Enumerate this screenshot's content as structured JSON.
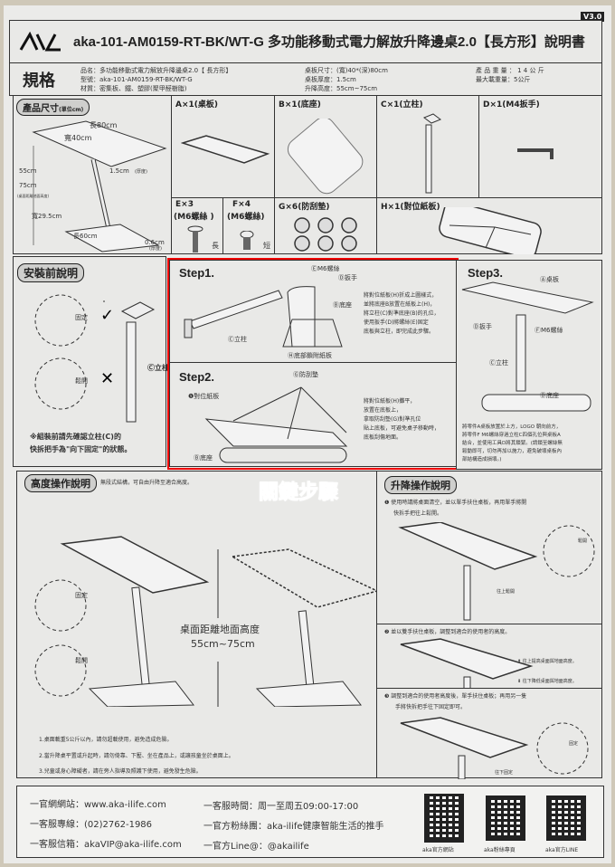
{
  "header": {
    "version": "V3.0",
    "logo": "AKA",
    "title": "aka-101-AM0159-RT-BK/WT-G 多功能移動式電力解放升降邊桌2.0【長方形】說明書"
  },
  "spec": {
    "heading": "規格",
    "col1": [
      "品名：多功能移動式電力解放升降邊桌2.0【 長方形】",
      "型號：aka-101-AM0159-RT-BK/WT-G",
      "材質：密集板、鐵、塑膠(聚甲醛樹脂)"
    ],
    "col2": [
      "桌板尺寸：(寬)40*(深)80cm",
      "桌板厚度：1.5cm",
      "升降高度：55cm~75cm"
    ],
    "col3": [
      "產 品 重 量 ： 1 4  公 斤",
      "最大載重量：5公斤"
    ]
  },
  "dimensions": {
    "title": "產品尺寸",
    "unit": "(單位cm)",
    "length": "長80cm",
    "length_note": "(桌板)",
    "width": "寬40cm",
    "width_note": "(桌板)",
    "thickness": "1.5cm",
    "thickness_note": "(厚度)",
    "height_min": "55cm",
    "height_max": "75cm",
    "height_note": "(桌面距離地面高度)",
    "base_width": "寬29.5cm",
    "base_width_note": "(底座)",
    "base_length": "長60cm",
    "base_length_note": "(底座)",
    "base_thick": "0.6cm",
    "base_thick_note": "(厚度)"
  },
  "parts": [
    {
      "label": "A",
      "qty": "×1",
      "name": "(桌板)"
    },
    {
      "label": "B",
      "qty": "×1",
      "name": "(底座)"
    },
    {
      "label": "C",
      "qty": "×1",
      "name": "(立柱)"
    },
    {
      "label": "D",
      "qty": "×1",
      "name": "(M4扳手)"
    },
    {
      "label": "E",
      "qty": "×3",
      "name": "(M6螺絲 )",
      "tag": "長"
    },
    {
      "label": "F",
      "qty": "×4",
      "name": "(M6螺絲)",
      "tag": "短"
    },
    {
      "label": "G",
      "qty": "×6",
      "name": "(防刮墊)"
    },
    {
      "label": "H",
      "qty": "×1",
      "name": "(對位紙板)"
    }
  ],
  "preinstall": {
    "title": "安裝前說明",
    "fixed": "固定",
    "loose": "鬆開",
    "pillar": "立柱",
    "note1": "※組裝前請先確認立柱(C)的",
    "note2": "快拆把手為\"向下固定\"的狀態。"
  },
  "step1": {
    "title": "Step1.",
    "labels": {
      "e": "M6螺絲",
      "d": "扳手",
      "b": "底座",
      "c": "立柱",
      "h": "底部鎖附紙板"
    },
    "text": [
      "將對位紙板(H)折成上圖樣式，",
      "並將底座B放置在紙板上(H)，",
      "將立柱(C)對準底座(B)的孔位，",
      "使用扳手(D)將螺絲(E)固定",
      "底板與立柱，即完成此步驟。"
    ]
  },
  "step2": {
    "title": "Step2.",
    "labels": {
      "g": "防刮墊",
      "h": "對位紙板",
      "b": "底座"
    },
    "text": [
      "將對位紙板(H)攤平，",
      "放置在底板上，",
      "拿取防刮墊(G)對準孔位",
      "貼上底板，可避免桌子移動時，",
      "底板刮傷地面。"
    ]
  },
  "step3": {
    "title": "Step3.",
    "labels": {
      "a": "桌板",
      "d": "扳手",
      "f": "M6螺絲",
      "c": "立柱",
      "b": "底座"
    },
    "text": [
      "將零件A桌板放置於上方，LOGO 朝向前方，",
      "將零件F M6螺絲穿過立柱C四個孔位與桌板A",
      "結合，並使用工具D將其鎖緊。(請鎖至螺絲無",
      "鬆動即可，切勿再加以施力，避免破壞桌板內",
      "部結構造成損壞。)"
    ]
  },
  "key_steps": "關鍵步驟",
  "height_op": {
    "title": "高度操作說明",
    "subtitle": "無段式結構，可自由升降至適合高度。",
    "fixed": "固定",
    "loose": "鬆開",
    "center1": "桌面距離地面高度",
    "center2": "55cm~75cm",
    "notes": [
      "1.桌面載重5公斤以內，請勿超載使用，避免造成危險。",
      "2.當升降桌平置或升起時，請勿倚靠、下壓、坐在產品上，或讓孩童坐於桌面上。",
      "3.兒童或身心障礙者，請在旁人指導及照護下使用，避免發生危險。"
    ]
  },
  "lift_op": {
    "title": "升降操作說明",
    "step1": [
      "使用時請將桌面清空，並以單手扶住桌板，再用單手將開",
      "快拆手把往上鬆開。"
    ],
    "step1_loose": "鬆開",
    "step1_up": "往上鬆開",
    "step2": [
      "並以雙手扶住桌板，調整到適合的使用者的高度。"
    ],
    "step2_up": "往上提高桌面與地面高度。",
    "step2_down": "往下降低桌面與地面高度。",
    "step3": [
      "調整到適合的使用者高度後，單手扶住桌板；再用另一隻",
      "手將快拆把手往下固定即可。"
    ],
    "step3_fixed": "固定",
    "step3_down": "往下固定"
  },
  "footer": {
    "website": "一官網網站：www.aka-ilife.com",
    "phone": "一客服專線：(02)2762-1986",
    "email": "一客服信箱：akaVIP@aka-ilife.com",
    "hours": "一客服時間：周一至周五09:00-17:00",
    "fanpage": "一官方粉絲團：aka-ilife健康智能生活的推手",
    "line": "一官方Line@：@akailife",
    "qr": [
      "aka官方網站",
      "aka粉絲專頁",
      "aka官方LINE"
    ]
  }
}
